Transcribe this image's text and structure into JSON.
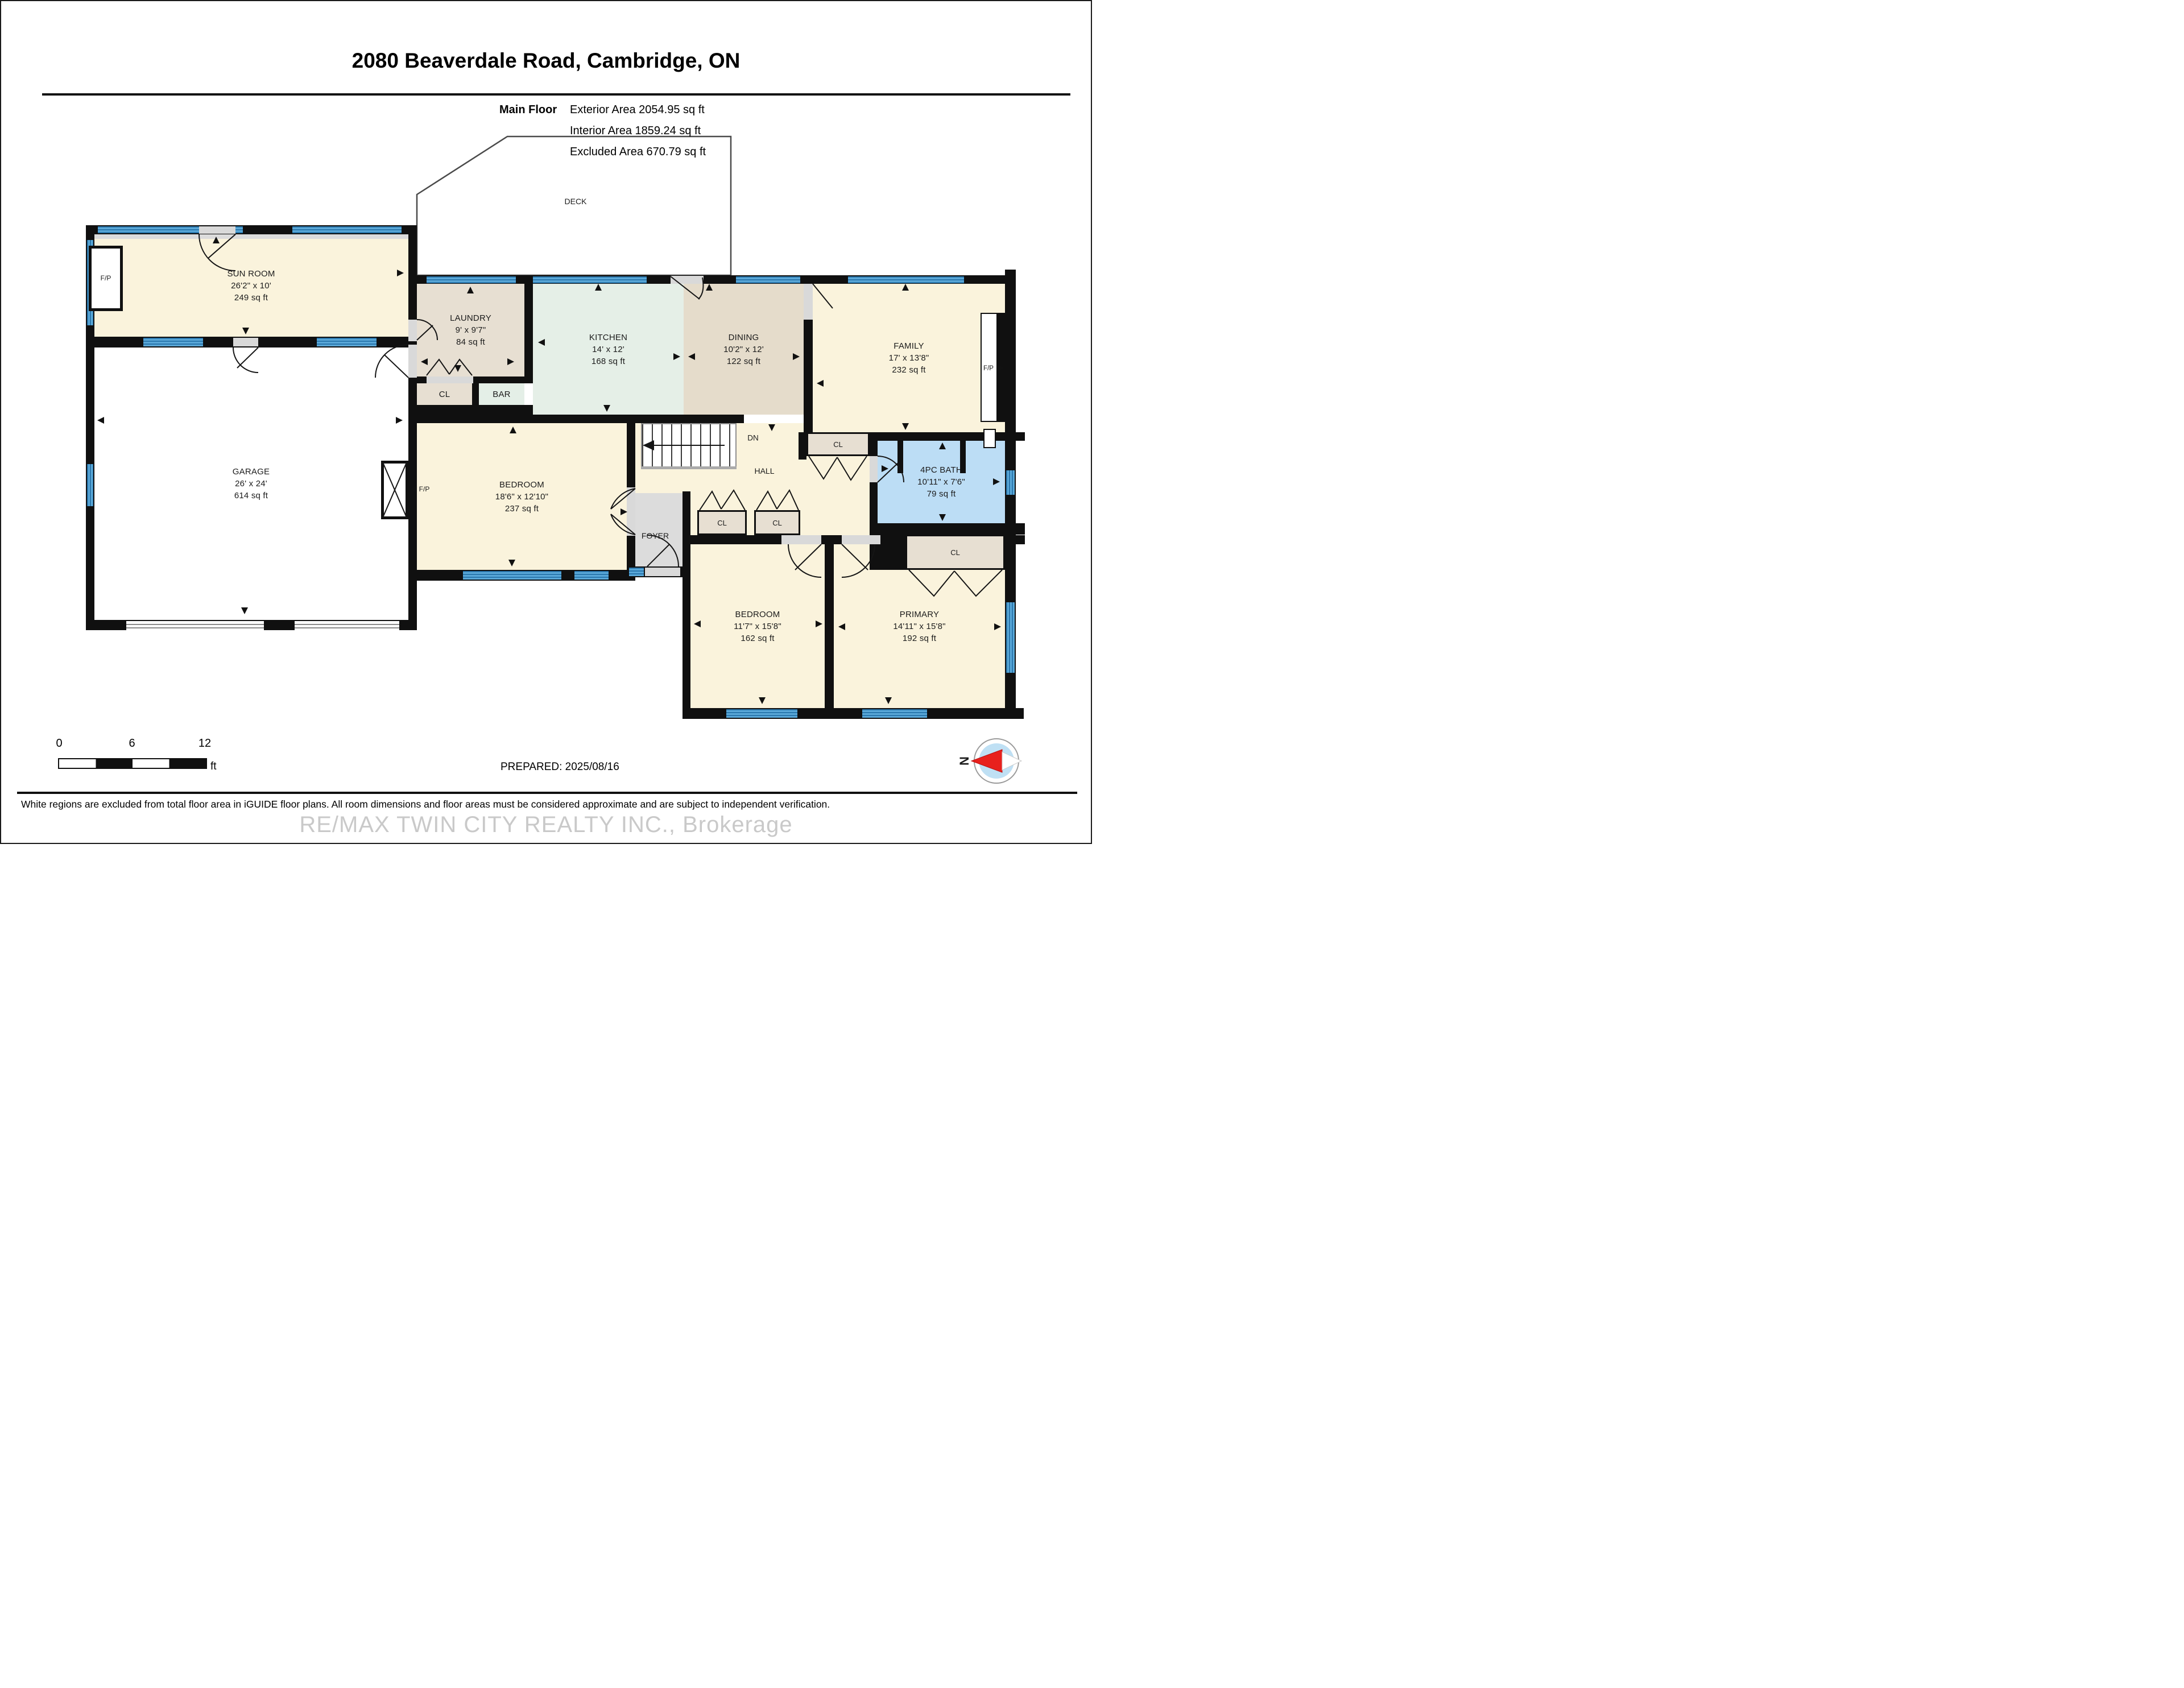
{
  "header": {
    "title": "2080 Beaverdale Road, Cambridge, ON"
  },
  "stats": {
    "floor_label": "Main Floor",
    "exterior": "Exterior Area 2054.95 sq ft",
    "interior": "Interior Area 1859.24 sq ft",
    "excluded": "Excluded Area 670.79 sq ft"
  },
  "rooms": {
    "sunroom": {
      "name": "SUN ROOM",
      "dims": "26'2\" x 10'",
      "area": "249 sq ft"
    },
    "garage": {
      "name": "GARAGE",
      "dims": "26' x 24'",
      "area": "614 sq ft"
    },
    "laundry": {
      "name": "LAUNDRY",
      "dims": "9' x 9'7\"",
      "area": "84 sq ft"
    },
    "kitchen": {
      "name": "KITCHEN",
      "dims": "14' x 12'",
      "area": "168 sq ft"
    },
    "dining": {
      "name": "DINING",
      "dims": "10'2\" x 12'",
      "area": "122 sq ft"
    },
    "family": {
      "name": "FAMILY",
      "dims": "17' x 13'8\"",
      "area": "232 sq ft"
    },
    "bedroom_main": {
      "name": "BEDROOM",
      "dims": "18'6\" x 12'10\"",
      "area": "237 sq ft"
    },
    "bath": {
      "name": "4PC BATH",
      "dims": "10'11\" x 7'6\"",
      "area": "79 sq ft"
    },
    "bedroom2": {
      "name": "BEDROOM",
      "dims": "11'7\" x 15'8\"",
      "area": "162 sq ft"
    },
    "primary": {
      "name": "PRIMARY",
      "dims": "14'11\" x 15'8\"",
      "area": "192 sq ft"
    },
    "deck": {
      "name": "DECK"
    },
    "hall": {
      "name": "HALL"
    },
    "foyer": {
      "name": "FOYER"
    },
    "bar": {
      "name": "BAR"
    }
  },
  "labels": {
    "cl": "CL",
    "fp": "F/P",
    "dn": "DN"
  },
  "scale_bar": {
    "t0": "0",
    "t6": "6",
    "t12": "12",
    "unit": "ft"
  },
  "compass": {
    "north_label": "N"
  },
  "footer": {
    "prepared": "PREPARED: 2025/08/16",
    "disclaimer": "White regions are excluded from total floor area in iGUIDE floor plans. All room dimensions and floor areas must be considered approximate and are subject to independent verification.",
    "watermark": "RE/MAX TWIN CITY REALTY INC., Brokerage"
  },
  "palette": {
    "wall": "#101010",
    "window_blue": "#4A9CD4",
    "cream": "#FAF3DC",
    "taupe": "#E7DFD2",
    "dining_taupe": "#E5DCCB",
    "kitchen_mint": "#E5EFE7",
    "bath_blue": "#BCDDF5",
    "foyer_gray": "#DCDCDC",
    "compass_red": "#E8211D"
  }
}
